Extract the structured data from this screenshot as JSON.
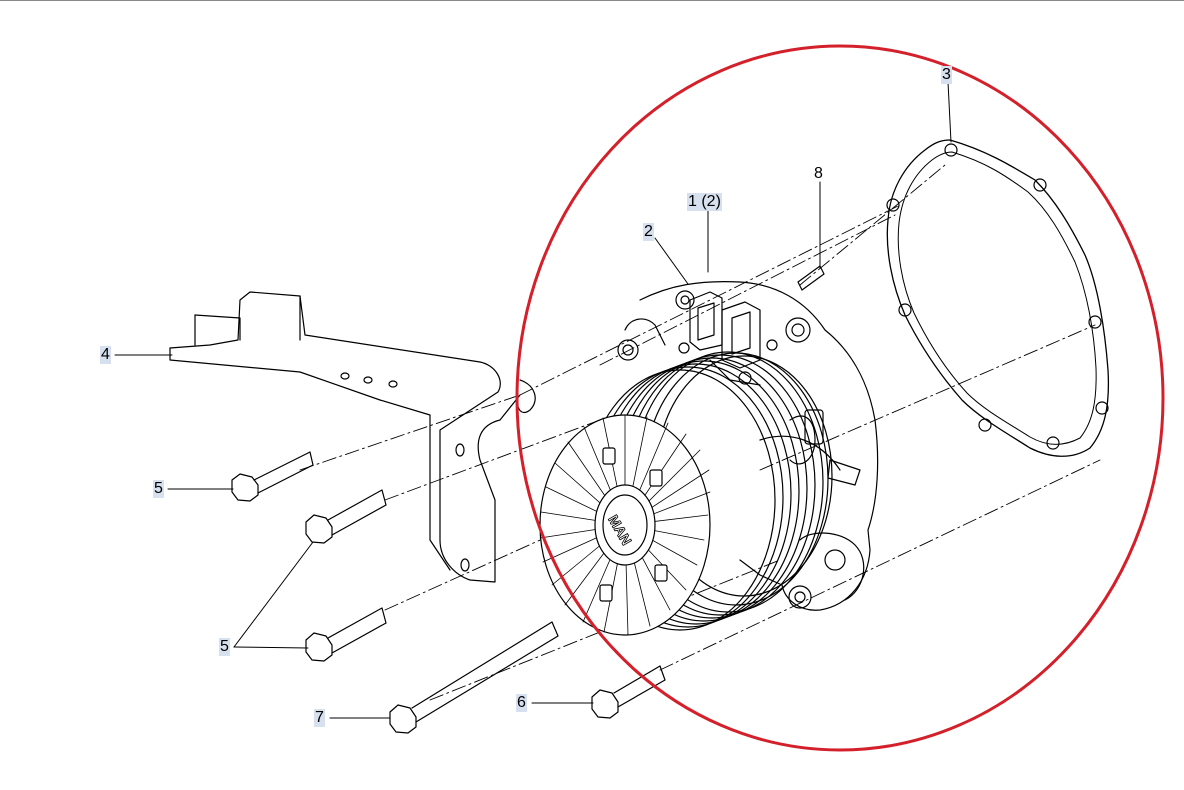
{
  "callouts": {
    "c1": "1 (2)",
    "c2": "2",
    "c3": "3",
    "c4": "4",
    "c5a": "5",
    "c5b": "5",
    "c6": "6",
    "c7": "7",
    "c8": "8"
  },
  "logo_text": "MAN",
  "colors": {
    "line": "#000000",
    "highlight_ellipse": "#d4202a",
    "callout_highlight": "#d7e0ee"
  }
}
